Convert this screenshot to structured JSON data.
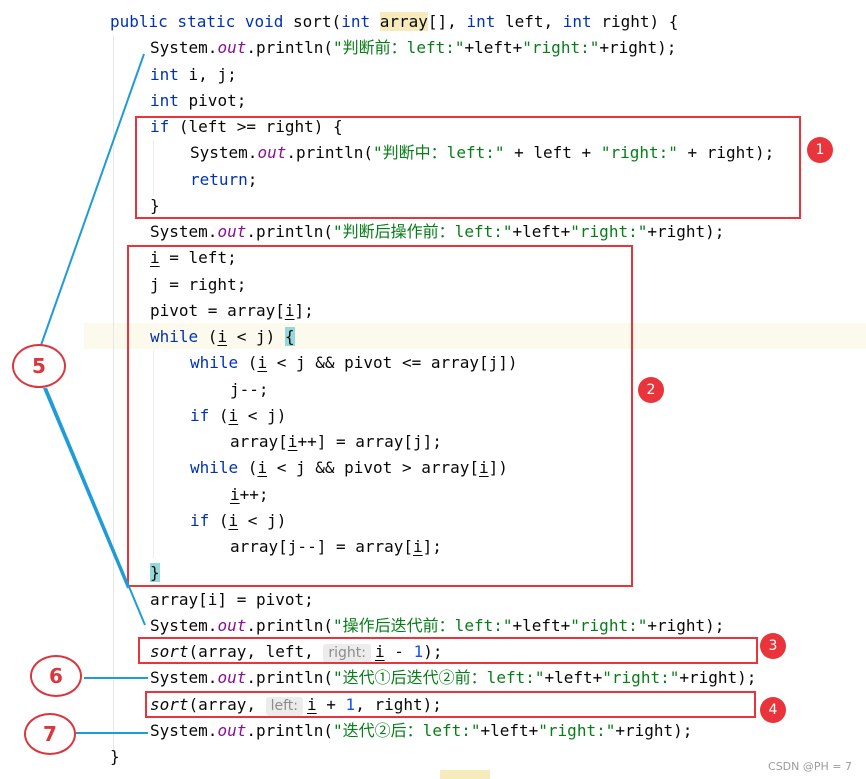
{
  "code": {
    "l0": {
      "kw1": "public static void",
      "fn": " sort(",
      "kw2": "int",
      "sp": " ",
      "param": "array",
      "rest1": "[], ",
      "kw3": "int",
      "rest2": " left, ",
      "kw4": "int",
      "rest3": " right) {"
    },
    "l1": {
      "a": "System.",
      "f": "out",
      "b": ".println(",
      "s1": "\"判断前：left:\"",
      "c": "+left+",
      "s2": "\"right:\"",
      "d": "+right);"
    },
    "l2": {
      "kw": "int",
      "rest": " i, j;"
    },
    "l3": {
      "kw": "int",
      "rest": " pivot;"
    },
    "l4": {
      "kw": "if",
      "rest": " (left >= right) {"
    },
    "l5": {
      "a": "System.",
      "f": "out",
      "b": ".println(",
      "s1": "\"判断中：left:\"",
      "c": " + left + ",
      "s2": "\"right:\"",
      "d": " + right);"
    },
    "l6": {
      "kw": "return",
      "rest": ";"
    },
    "l7": {
      "text": "}"
    },
    "l8": {
      "a": "System.",
      "f": "out",
      "b": ".println(",
      "s1": "\"判断后操作前：left:\"",
      "c": "+left+",
      "s2": "\"right:\"",
      "d": "+right);"
    },
    "l9": {
      "v": "i",
      "rest": " = left;"
    },
    "l10": {
      "text": "j = right;"
    },
    "l11": {
      "a": "pivot = array[",
      "v": "i",
      "b": "];"
    },
    "l12": {
      "kw": "while",
      "a": " (",
      "v": "i",
      "b": " < j) ",
      "brace": "{"
    },
    "l13": {
      "kw": "while",
      "a": " (",
      "v": "i",
      "b": " < j && pivot <= array[j])"
    },
    "l14": {
      "text": "j--;"
    },
    "l15": {
      "kw": "if",
      "a": " (",
      "v": "i",
      "b": " < j)"
    },
    "l16": {
      "a": "array[",
      "v": "i",
      "b": "++] = array[j];"
    },
    "l17": {
      "kw": "while",
      "a": " (",
      "v": "i",
      "b": " < j && pivot > array[",
      "v2": "i",
      "c": "])"
    },
    "l18": {
      "v": "i",
      "rest": "++;"
    },
    "l19": {
      "kw": "if",
      "a": " (",
      "v": "i",
      "b": " < j)"
    },
    "l20": {
      "a": "array[j--] = array[",
      "v": "i",
      "b": "];"
    },
    "l21": {
      "brace": "}"
    },
    "l22": {
      "text": "array[i] = pivot;"
    },
    "l23": {
      "a": "System.",
      "f": "out",
      "b": ".println(",
      "s1": "\"操作后迭代前：left:\"",
      "c": "+left+",
      "s2": "\"right:\"",
      "d": "+right);"
    },
    "l24": {
      "fn": "sort",
      "a": "(array, left, ",
      "hint": "right:",
      "v": "i",
      "b": " - ",
      "n": "1",
      "c": ");"
    },
    "l25": {
      "a": "System.",
      "f": "out",
      "b": ".println(",
      "s1": "\"迭代①后迭代②前：left:\"",
      "c": "+left+",
      "s2": "\"right:\"",
      "d": "+right);"
    },
    "l26": {
      "fn": "sort",
      "a": "(array, ",
      "hint": "left:",
      "v": "i",
      "b": " + ",
      "n": "1",
      "c": ", right);"
    },
    "l27": {
      "a": "System.",
      "f": "out",
      "b": ".println(",
      "s1": "\"迭代②后：left:\"",
      "c": "+left+",
      "s2": "\"right:\"",
      "d": "+right);"
    },
    "l28": {
      "text": "}"
    }
  },
  "badges": [
    "1",
    "2",
    "3",
    "4"
  ],
  "labels": [
    "5",
    "6",
    "7"
  ],
  "watermark": "CSDN @PH = 7",
  "colors": {
    "annotation_red": "#e8343a",
    "annotation_blue": "#1f9bd7",
    "keyword": "#0033b3",
    "string": "#067d17",
    "field": "#871094",
    "number": "#1750eb"
  }
}
